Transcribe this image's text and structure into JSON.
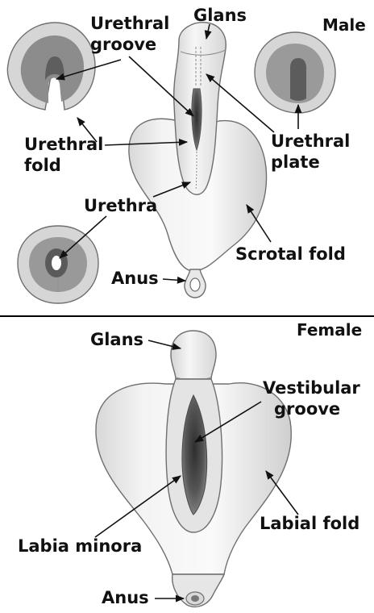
{
  "male": {
    "heading": "Male",
    "labels": {
      "urethral_groove": [
        "Urethral",
        "groove"
      ],
      "glans": "Glans",
      "urethral_fold": [
        "Urethral",
        "fold"
      ],
      "urethral_plate": [
        "Urethral",
        "plate"
      ],
      "urethra": "Urethra",
      "scrotal_fold": "Scrotal fold",
      "anus": "Anus"
    }
  },
  "female": {
    "heading": "Female",
    "labels": {
      "glans": "Glans",
      "vestibular_groove": [
        "Vestibular",
        "groove"
      ],
      "labial_fold": "Labial fold",
      "labia_minora": "Labia minora",
      "anus": "Anus"
    }
  },
  "colors": {
    "skin_light": "#f2f2f2",
    "skin_mid": "#d0d0d0",
    "tissue_dark": "#6e6e6e",
    "tissue_mid": "#999999",
    "outline": "#6f6f6f",
    "divider": "#000000",
    "label": "#111111"
  }
}
